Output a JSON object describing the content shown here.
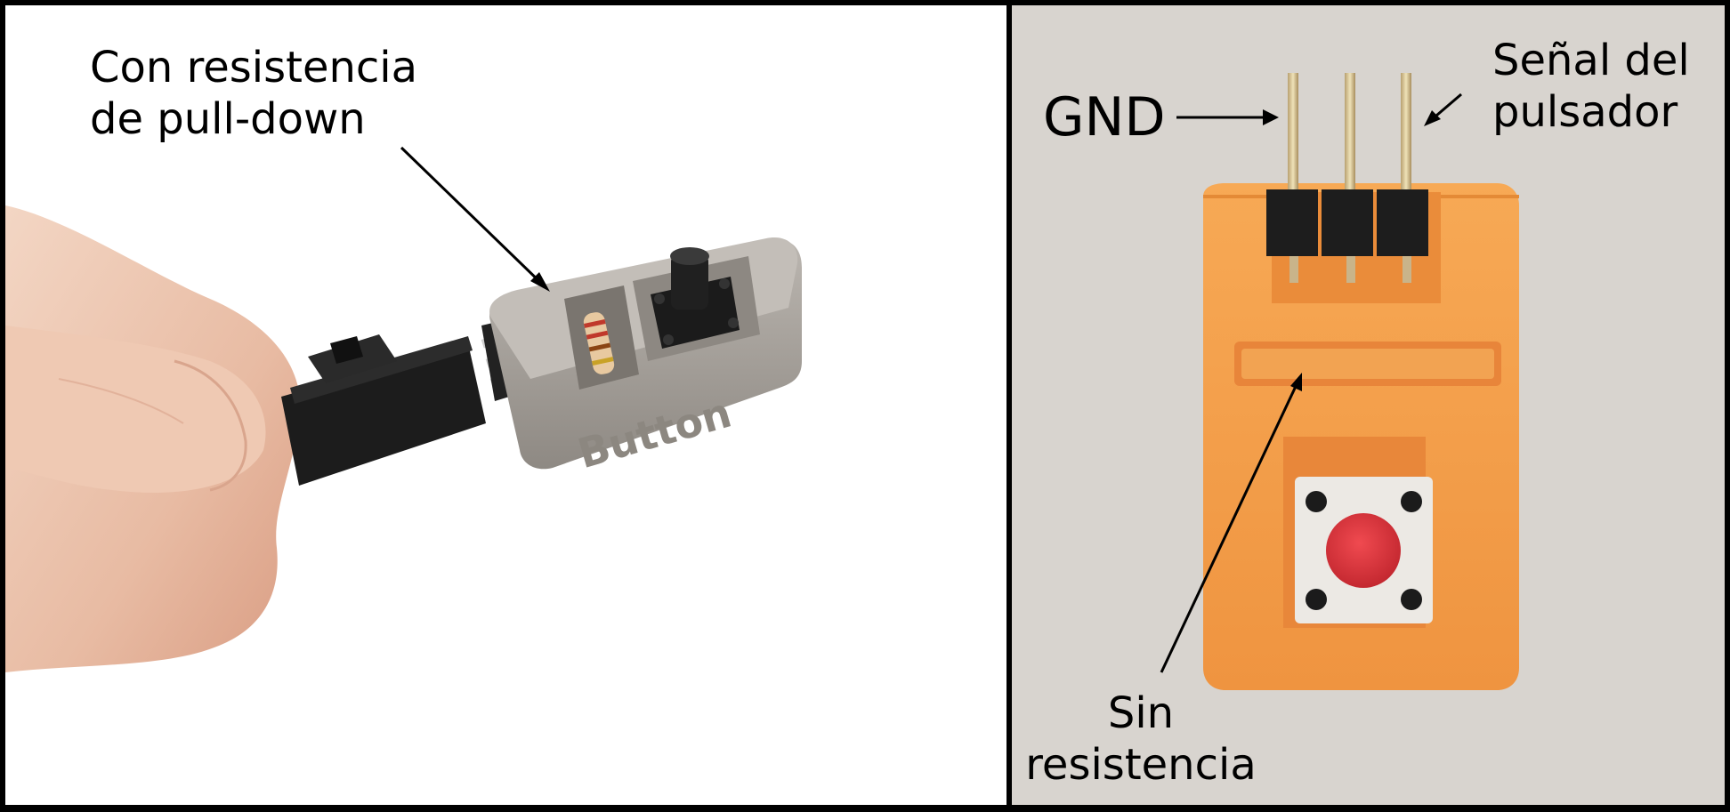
{
  "left_photo": {
    "annotation_line1": "Con resistencia",
    "annotation_line2": "de pull-down",
    "module_engraving": "Button"
  },
  "right_photo": {
    "gnd_label": "GND",
    "signal_line1": "Señal del",
    "signal_line2": "pulsador",
    "no_resistor_line1": "Sin",
    "no_resistor_line2": "resistencia"
  },
  "colors": {
    "frame": "#000000",
    "left_background": "#ffffff",
    "right_background": "#d8d4cf",
    "orange_module": "#f5a350",
    "gray_module": "#a8a39d",
    "button_cap_red": "#d9343c"
  }
}
